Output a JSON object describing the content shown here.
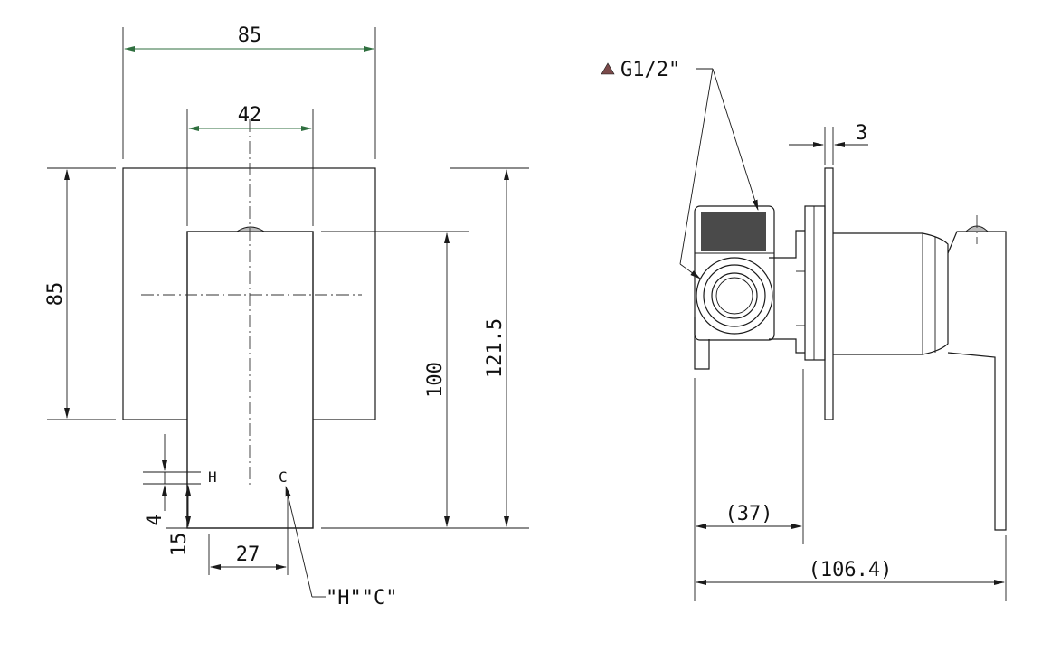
{
  "front_view": {
    "dim_plate_width": "85",
    "dim_body_width": "42",
    "dim_plate_height": "85",
    "dim_body_height": "100",
    "dim_total_height": "121.5",
    "dim_h_offset": "4",
    "dim_bottom_offset": "15",
    "dim_hc_spacing": "27",
    "label_h": "H",
    "label_c": "C",
    "label_hc_marking": "\"H\"\"C\""
  },
  "side_view": {
    "thread_label": "G1/2\"",
    "dim_plate_thickness": "3",
    "dim_valve_depth": "(37)",
    "dim_total_depth": "(106.4)"
  },
  "colors": {
    "lines": "#1a1a1a",
    "dimension_green": "#2f6f3f",
    "thread_triangle": "#7a4a4a"
  }
}
